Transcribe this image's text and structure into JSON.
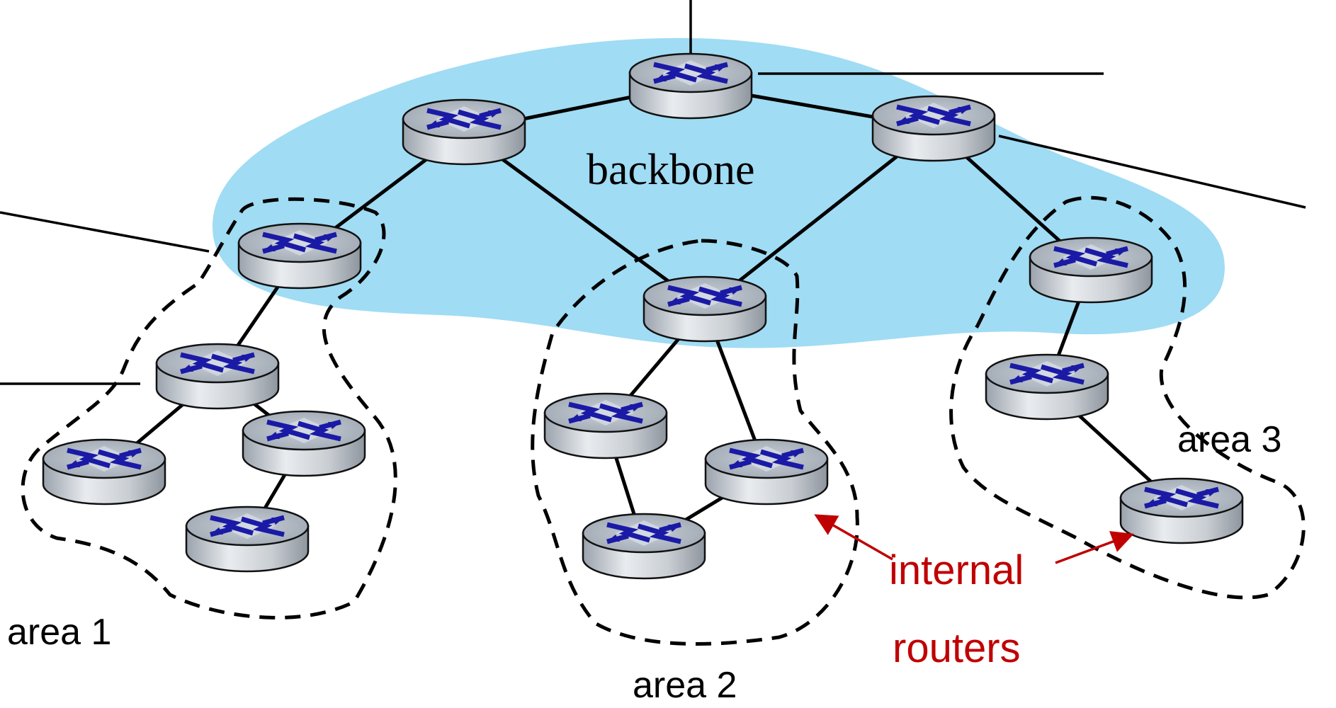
{
  "labels": {
    "backbone": "backbone",
    "area1": "area 1",
    "area2": "area 2",
    "area3": "area 3",
    "internal": "internal",
    "routers": "routers"
  },
  "colors": {
    "backbone_fill": "#a0dcf4",
    "link": "#000000",
    "annotation": "#c00000",
    "router_body": "#c7ccd1",
    "router_top": "#a9b2bd",
    "router_arrow": "#1a1aa6"
  },
  "icons": {
    "router": "router-icon"
  }
}
